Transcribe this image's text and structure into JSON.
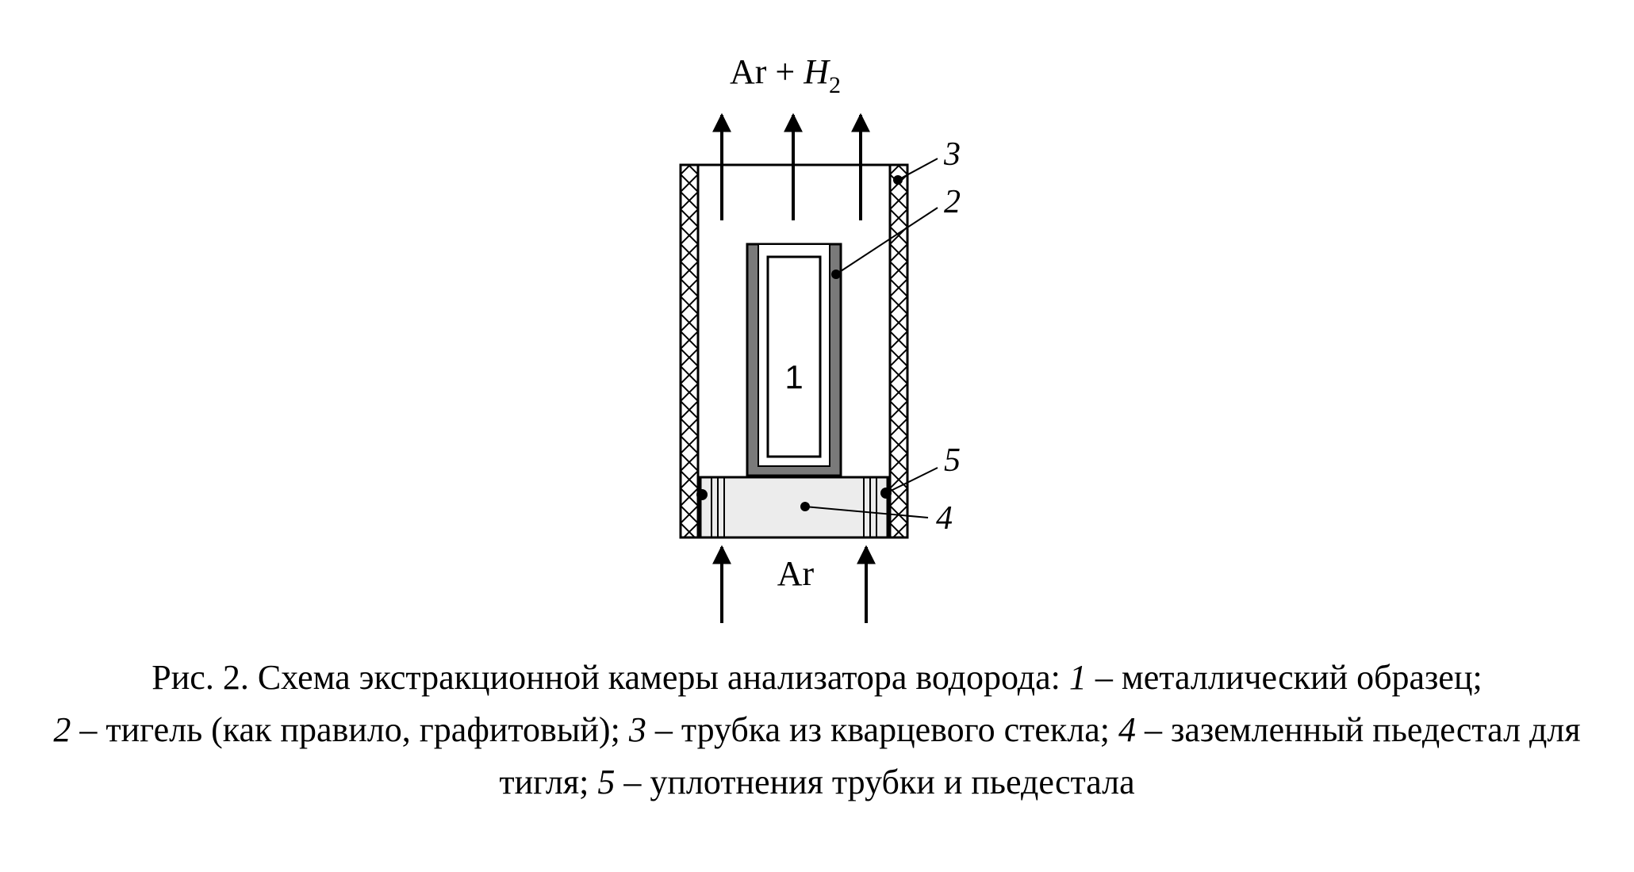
{
  "diagram": {
    "gas_out": {
      "base": "Ar + ",
      "italic": "H",
      "sub": "2"
    },
    "gas_in": "Ar",
    "sample_label": "1",
    "callouts": {
      "c3": "3",
      "c2": "2",
      "c5": "5",
      "c4": "4"
    }
  },
  "caption": {
    "prefix": "Рис. 2. Схема экстракционной камеры анализатора водорода: ",
    "n1": "1",
    "t1": " – металлический образец;",
    "n2": "2",
    "t2": " – тигель (как правило, графитовый); ",
    "n3": "3",
    "t3": " – трубка из кварцевого стекла; ",
    "n4": "4",
    "t4": " – заземленный пьедестал для тигля; ",
    "n5": "5",
    "t5": " – уплотнения трубки и пьедестала"
  }
}
